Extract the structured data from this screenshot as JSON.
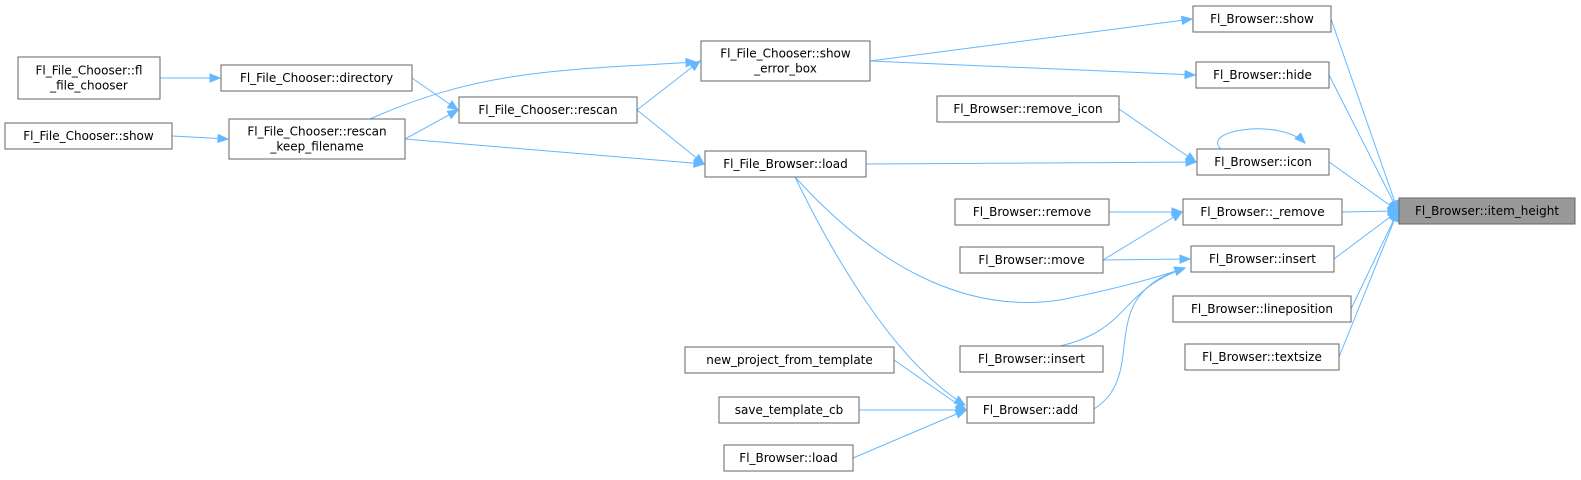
{
  "colors": {
    "edge": "#63b8ff",
    "node_border": "#666666",
    "root_fill": "#999999",
    "node_fill": "#ffffff"
  },
  "nodes": [
    {
      "id": "root",
      "lines": [
        "Fl_Browser::item_height"
      ],
      "root": true
    },
    {
      "id": "show",
      "lines": [
        "Fl_Browser::show"
      ]
    },
    {
      "id": "hide",
      "lines": [
        "Fl_Browser::hide"
      ]
    },
    {
      "id": "icon",
      "lines": [
        "Fl_Browser::icon"
      ]
    },
    {
      "id": "remove_",
      "lines": [
        "Fl_Browser::_remove"
      ]
    },
    {
      "id": "insert1",
      "lines": [
        "Fl_Browser::insert"
      ]
    },
    {
      "id": "lineposition",
      "lines": [
        "Fl_Browser::lineposition"
      ]
    },
    {
      "id": "textsize",
      "lines": [
        "Fl_Browser::textsize"
      ]
    },
    {
      "id": "fc_showerr",
      "lines": [
        "Fl_File_Chooser::show",
        "_error_box"
      ]
    },
    {
      "id": "remove_icon",
      "lines": [
        "Fl_Browser::remove_icon"
      ]
    },
    {
      "id": "fb_load",
      "lines": [
        "Fl_File_Browser::load"
      ]
    },
    {
      "id": "remove",
      "lines": [
        "Fl_Browser::remove"
      ]
    },
    {
      "id": "move",
      "lines": [
        "Fl_Browser::move"
      ]
    },
    {
      "id": "insert2",
      "lines": [
        "Fl_Browser::insert"
      ]
    },
    {
      "id": "add",
      "lines": [
        "Fl_Browser::add"
      ]
    },
    {
      "id": "fc_rescan",
      "lines": [
        "Fl_File_Chooser::rescan"
      ]
    },
    {
      "id": "fc_directory",
      "lines": [
        "Fl_File_Chooser::directory"
      ]
    },
    {
      "id": "fc_rescan_keep",
      "lines": [
        "Fl_File_Chooser::rescan",
        "_keep_filename"
      ]
    },
    {
      "id": "new_project",
      "lines": [
        "new_project_from_template"
      ]
    },
    {
      "id": "save_template",
      "lines": [
        "save_template_cb"
      ]
    },
    {
      "id": "b_load",
      "lines": [
        "Fl_Browser::load"
      ]
    },
    {
      "id": "fc_fl",
      "lines": [
        "Fl_File_Chooser::fl",
        "_file_chooser"
      ]
    },
    {
      "id": "fc_show",
      "lines": [
        "Fl_File_Chooser::show"
      ]
    }
  ],
  "edges": [
    {
      "from": "show",
      "to": "root"
    },
    {
      "from": "hide",
      "to": "root"
    },
    {
      "from": "icon",
      "to": "root"
    },
    {
      "from": "remove_",
      "to": "root"
    },
    {
      "from": "insert1",
      "to": "root"
    },
    {
      "from": "lineposition",
      "to": "root"
    },
    {
      "from": "textsize",
      "to": "root"
    },
    {
      "from": "fc_showerr",
      "to": "show"
    },
    {
      "from": "fc_showerr",
      "to": "hide"
    },
    {
      "from": "icon",
      "to": "icon"
    },
    {
      "from": "remove_icon",
      "to": "icon"
    },
    {
      "from": "fb_load",
      "to": "icon"
    },
    {
      "from": "remove",
      "to": "remove_"
    },
    {
      "from": "move",
      "to": "remove_"
    },
    {
      "from": "move",
      "to": "insert1"
    },
    {
      "from": "fb_load",
      "to": "insert1"
    },
    {
      "from": "insert2",
      "to": "insert1"
    },
    {
      "from": "add",
      "to": "insert1"
    },
    {
      "from": "fc_rescan",
      "to": "fc_showerr"
    },
    {
      "from": "fc_rescan_keep",
      "to": "fc_showerr"
    },
    {
      "from": "fc_rescan",
      "to": "fb_load"
    },
    {
      "from": "fc_rescan_keep",
      "to": "fb_load"
    },
    {
      "from": "fb_load",
      "to": "add"
    },
    {
      "from": "new_project",
      "to": "add"
    },
    {
      "from": "save_template",
      "to": "add"
    },
    {
      "from": "b_load",
      "to": "add"
    },
    {
      "from": "fc_directory",
      "to": "fc_rescan"
    },
    {
      "from": "fc_rescan_keep",
      "to": "fc_rescan"
    },
    {
      "from": "fc_fl",
      "to": "fc_directory"
    },
    {
      "from": "fc_show",
      "to": "fc_rescan_keep"
    }
  ]
}
